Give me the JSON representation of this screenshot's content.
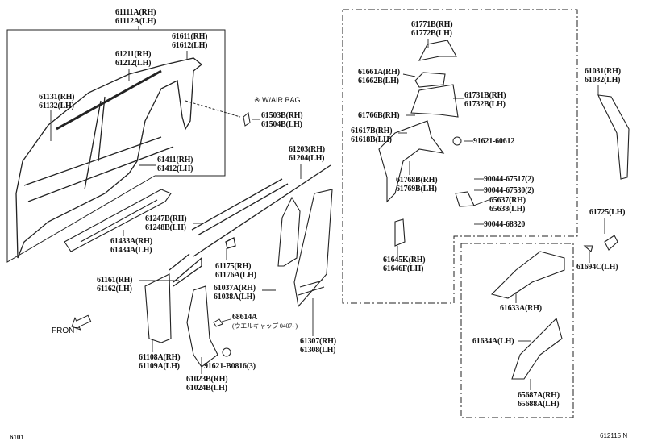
{
  "diagram": {
    "note_airbag": "※ W/AIR BAG",
    "front_label": "FRONT",
    "page_code": "6101",
    "figure_code": "612115 N",
    "labels": {
      "p61111": [
        "61111A(RH)",
        "61112A(LH)"
      ],
      "p61611": [
        "61611(RH)",
        "61612(LH)"
      ],
      "p61211": [
        "61211(RH)",
        "61212(LH)"
      ],
      "p61131": [
        "61131(RH)",
        "61132(LH)"
      ],
      "p61503": [
        "61503B(RH)",
        "61504B(LH)"
      ],
      "p61411": [
        "61411(RH)",
        "61412(LH)"
      ],
      "p61203": [
        "61203(RH)",
        "61204(LH)"
      ],
      "p61247": [
        "61247B(RH)",
        "61248B(LH)"
      ],
      "p61433": [
        "61433A(RH)",
        "61434A(LH)"
      ],
      "p61175": [
        "61175(RH)",
        "61176A(LH)"
      ],
      "p61161": [
        "61161(RH)",
        "61162(LH)"
      ],
      "p61037": [
        "61037A(RH)",
        "61038A(LH)"
      ],
      "p68614": [
        "68614A",
        "(ウエルキャップ 0407-  )"
      ],
      "p61108": [
        "61108A(RH)",
        "61109A(LH)"
      ],
      "p91621b": [
        "91621-B0816(3)"
      ],
      "p61023": [
        "61023B(RH)",
        "61024B(LH)"
      ],
      "p61307": [
        "61307(RH)",
        "61308(LH)"
      ],
      "p61771": [
        "61771B(RH)",
        "61772B(LH)"
      ],
      "p61661": [
        "61661A(RH)",
        "61662B(LH)"
      ],
      "p61731": [
        "61731B(RH)",
        "61732B(LH)"
      ],
      "p61766": [
        "61766B(RH)"
      ],
      "p61617": [
        "61617B(RH)",
        "61618B(LH)"
      ],
      "p91621a": [
        "91621-60612"
      ],
      "p61768": [
        "61768B(RH)",
        "61769B(LH)"
      ],
      "p90044a": [
        "90044-67517(2)"
      ],
      "p90044b": [
        "90044-67530(2)"
      ],
      "p65637": [
        "65637(RH)",
        "65638(LH)"
      ],
      "p90044c": [
        "90044-68320"
      ],
      "p61645": [
        "61645K(RH)",
        "61646F(LH)"
      ],
      "p61031": [
        "61031(RH)",
        "61032(LH)"
      ],
      "p61725": [
        "61725(LH)"
      ],
      "p61694": [
        "61694C(LH)"
      ],
      "p61633": [
        "61633A(RH)"
      ],
      "p61634": [
        "61634A(LH)"
      ],
      "p65687": [
        "65687A(RH)",
        "65688A(LH)"
      ]
    }
  }
}
